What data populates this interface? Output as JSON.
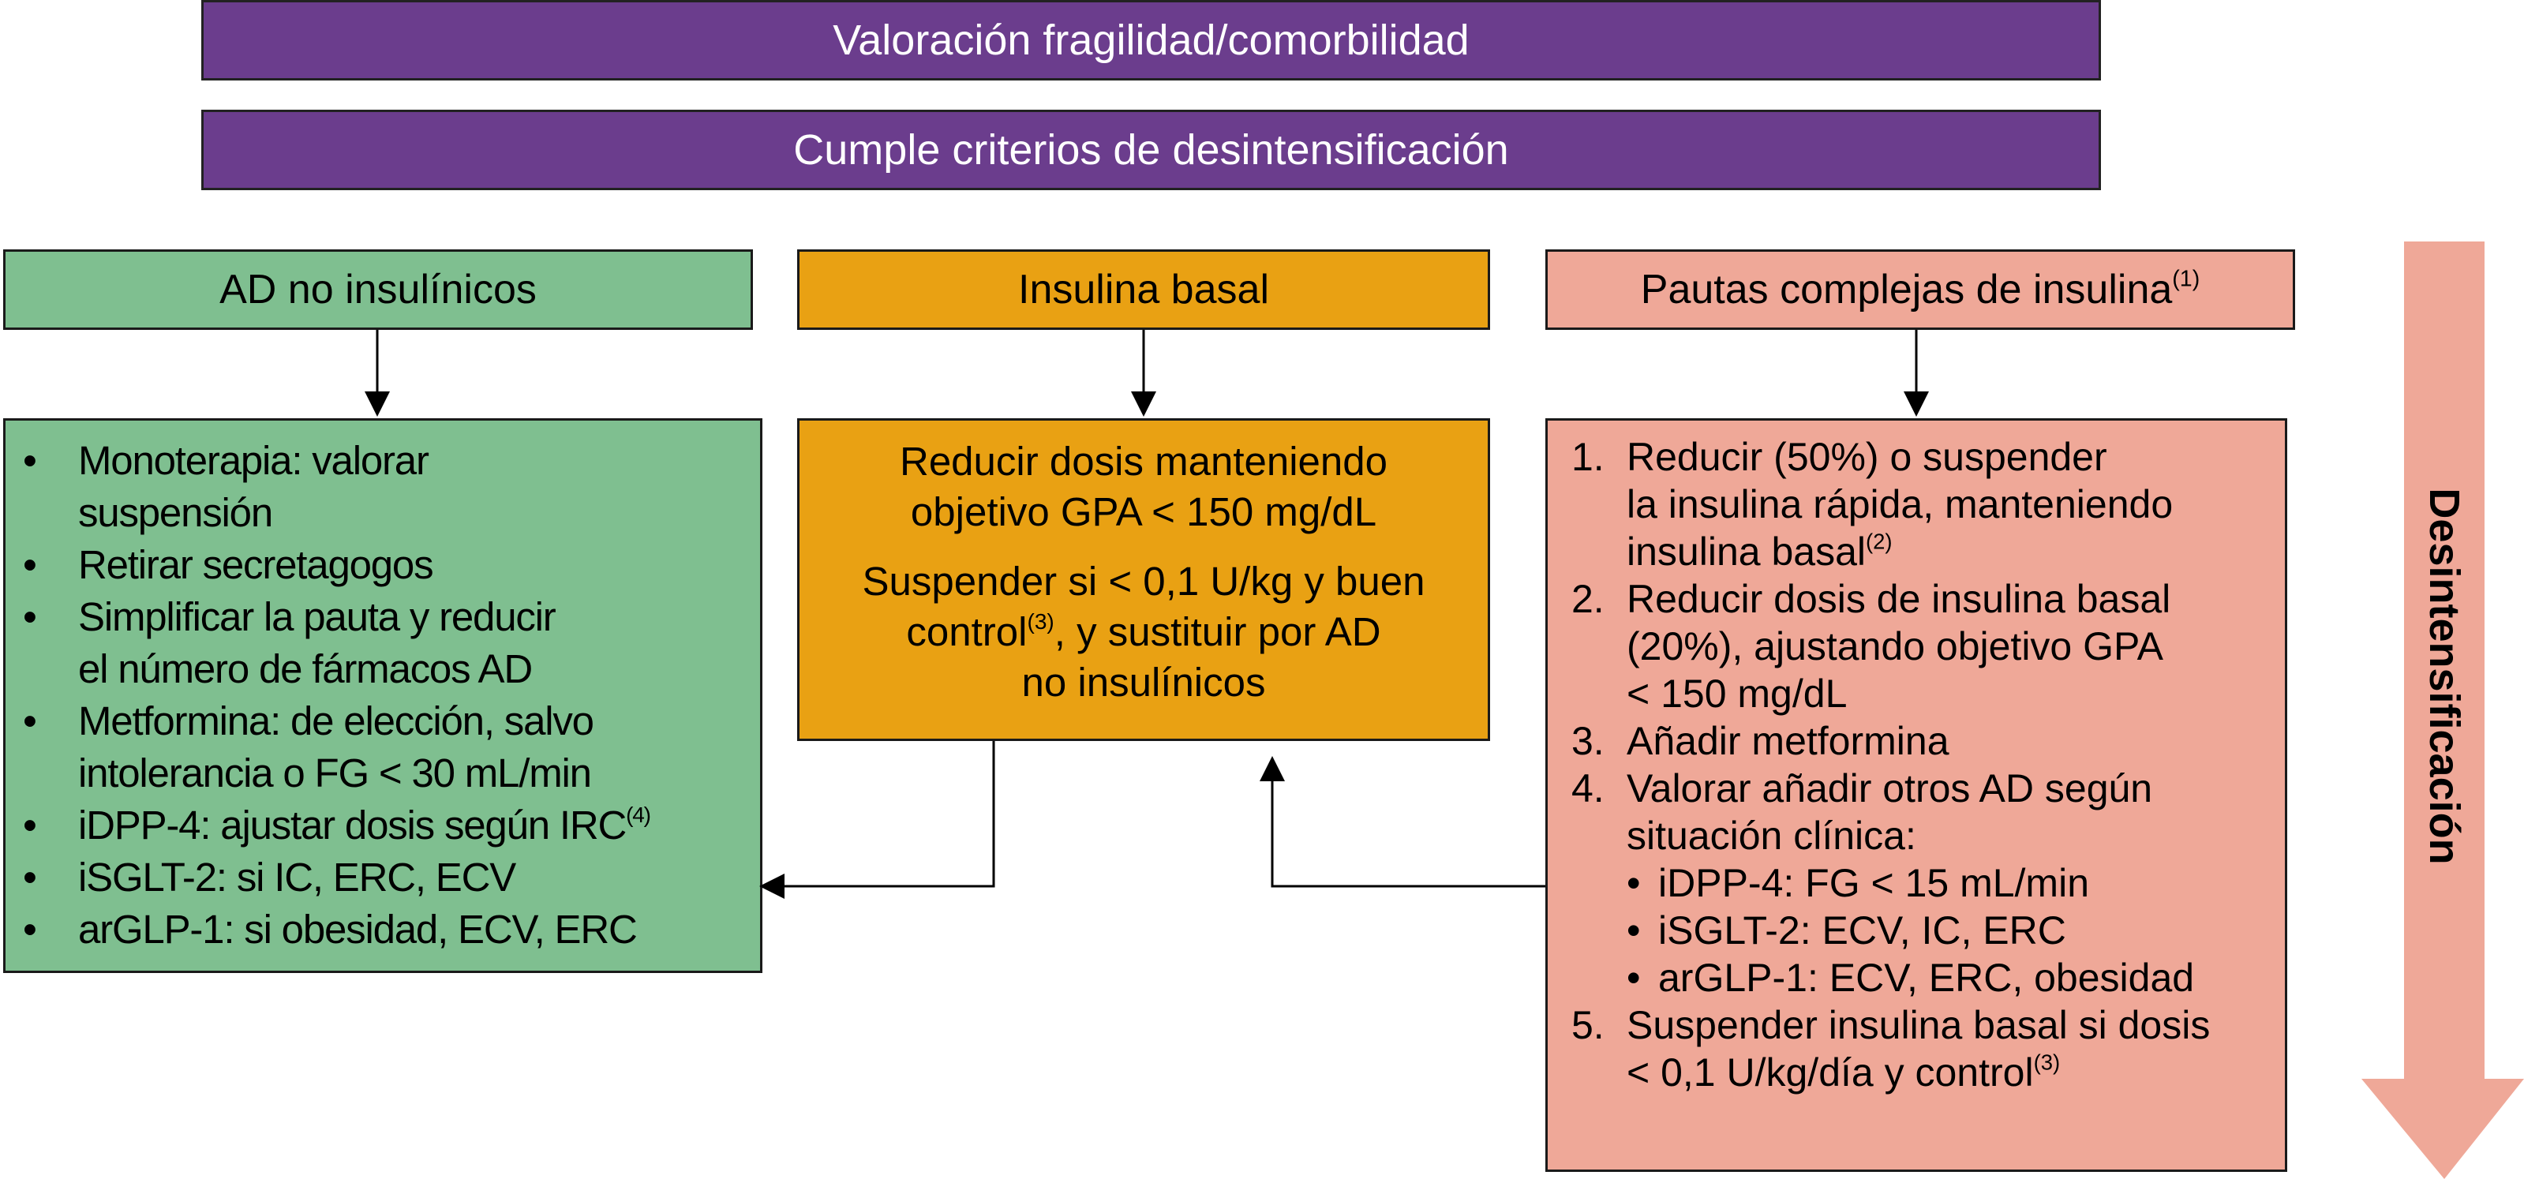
{
  "top_bars": [
    "Valoración fragilidad/comorbilidad",
    "Cumple criterios de desintensificación"
  ],
  "colors": {
    "purple": "#6b3d8d",
    "green": "#7fbf90",
    "orange": "#e9a113",
    "pink": "#efa898"
  },
  "columns": {
    "green": {
      "header": "AD no insulínicos",
      "items": [
        [
          [
            {
              "text": "Monoterapia: valorar"
            }
          ],
          [
            {
              "text": "suspensión"
            }
          ]
        ],
        [
          [
            {
              "text": "Retirar secretagogos"
            }
          ]
        ],
        [
          [
            {
              "text": "Simplificar la pauta y reducir"
            }
          ],
          [
            {
              "text": "el número de fármacos AD"
            }
          ]
        ],
        [
          [
            {
              "text": "Metformina: de elección, salvo"
            }
          ],
          [
            {
              "text": "intolerancia o FG < 30 mL/min"
            }
          ]
        ],
        [
          [
            {
              "text": "iDPP-4: ajustar dosis según IRC"
            },
            {
              "text": "(4)",
              "sup": true
            }
          ]
        ],
        [
          [
            {
              "text": "iSGLT-2: si IC, ERC, ECV"
            }
          ]
        ],
        [
          [
            {
              "text": "arGLP-1: si obesidad, ECV, ERC"
            }
          ]
        ]
      ]
    },
    "orange": {
      "header": "Insulina basal",
      "paragraphs": [
        [
          [
            {
              "text": "Reducir dosis manteniendo"
            }
          ],
          [
            {
              "text": "objetivo GPA < 150 mg/dL"
            }
          ]
        ],
        [
          [
            {
              "text": "Suspender si < 0,1 U/kg y buen"
            }
          ],
          [
            {
              "text": "control"
            },
            {
              "text": "(3)",
              "sup": true
            },
            {
              "text": ", y sustituir por AD"
            }
          ],
          [
            {
              "text": "no insulínicos"
            }
          ]
        ]
      ]
    },
    "pink": {
      "header": "Pautas complejas de insulina",
      "header_sup": "(1)",
      "items": [
        {
          "num": "1.",
          "lines": [
            [
              {
                "text": "Reducir (50%) o suspender"
              }
            ],
            [
              {
                "text": "la insulina rápida, manteniendo"
              }
            ],
            [
              {
                "text": "insulina basal"
              },
              {
                "text": "(2)",
                "sup": true
              }
            ]
          ]
        },
        {
          "num": "2.",
          "lines": [
            [
              {
                "text": "Reducir dosis de insulina basal"
              }
            ],
            [
              {
                "text": "(20%), ajustando objetivo GPA"
              }
            ],
            [
              {
                "text": "< 150 mg/dL"
              }
            ]
          ]
        },
        {
          "num": "3.",
          "lines": [
            [
              {
                "text": "Añadir metformina"
              }
            ]
          ]
        },
        {
          "num": "4.",
          "lines": [
            [
              {
                "text": "Valorar añadir otros AD según"
              }
            ],
            [
              {
                "text": "situación clínica:"
              }
            ]
          ],
          "subitems": [
            "iDPP-4: FG < 15 mL/min",
            "iSGLT-2: ECV, IC, ERC",
            "arGLP-1: ECV, ERC, obesidad"
          ]
        },
        {
          "num": "5.",
          "lines": [
            [
              {
                "text": "Suspender insulina basal si dosis"
              }
            ],
            [
              {
                "text": "< 0,1 U/kg/día y control"
              },
              {
                "text": "(3)",
                "sup": true
              }
            ]
          ]
        }
      ]
    }
  },
  "side_arrow_label": "Desintensificación",
  "bullet": "•"
}
